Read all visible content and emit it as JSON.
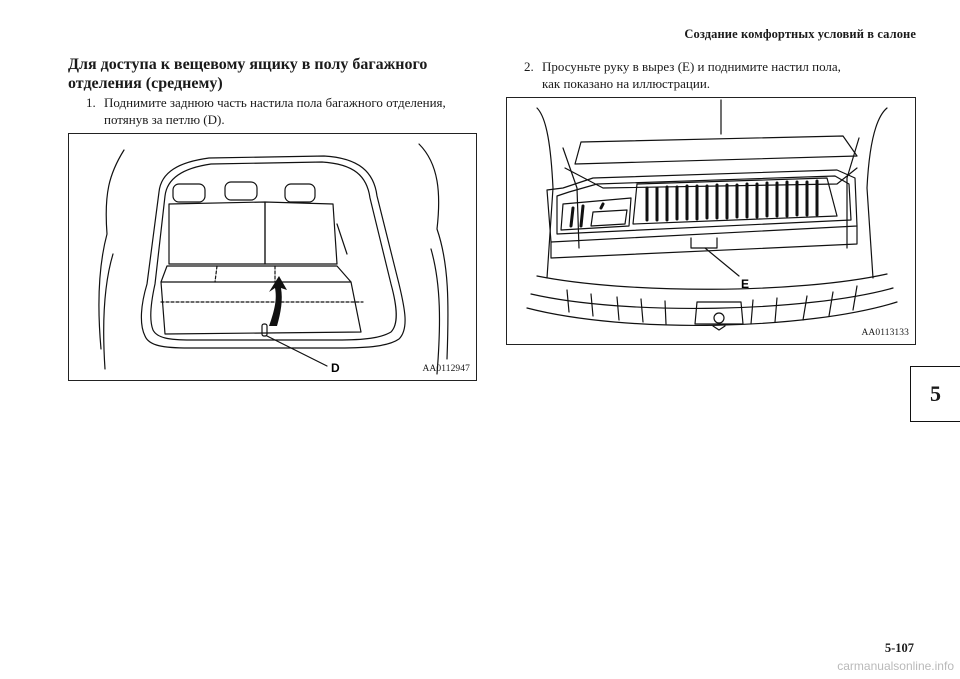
{
  "header": {
    "title": "Создание комфортных условий в салоне"
  },
  "section": {
    "title": "Для доступа к вещевому ящику в полу багажного отделения (среднему)"
  },
  "steps": [
    {
      "num": "1.",
      "text": "Поднимите заднюю часть настила пола багажного отделения,\nпотянув за петлю (D)."
    },
    {
      "num": "2.",
      "text": "Просуньте руку в вырез (E) и поднимите настил пола,\nкак показано на иллюстрации."
    }
  ],
  "figures": [
    {
      "code": "AA0112947",
      "callout": "D"
    },
    {
      "code": "AA0113133",
      "callout": "E"
    }
  ],
  "chapter_tab": "5",
  "page_number": "5-107",
  "watermark": "carmanualsonline.info"
}
